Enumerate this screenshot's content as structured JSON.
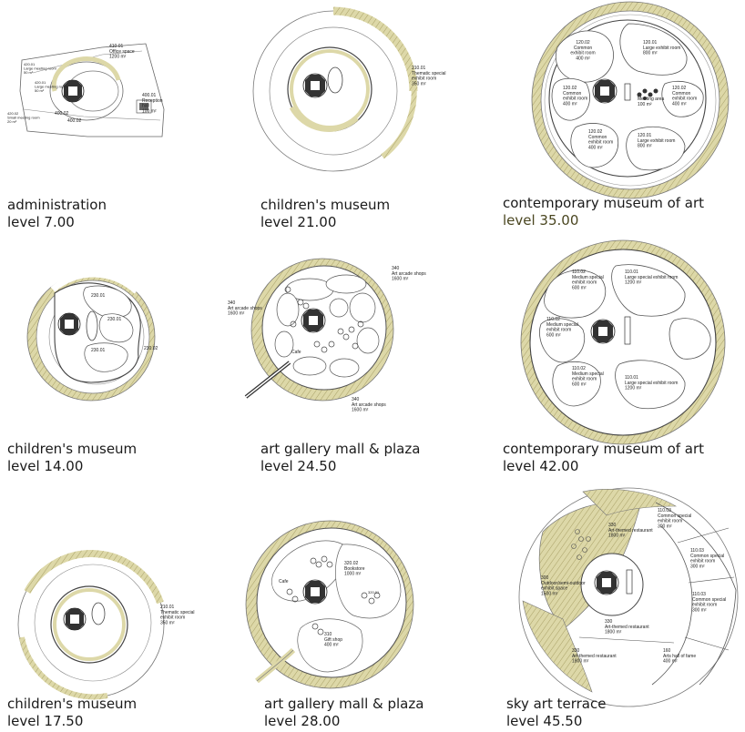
{
  "colors": {
    "tan": "#ddd8a8",
    "hatch": "#b9b27a",
    "line": "#555555",
    "caption": "#1a1a1a",
    "olive_caption": "#4a4620"
  },
  "panels": [
    {
      "id": "p1",
      "name": "administration",
      "level": "level 7.00",
      "labels": [
        [
          "410.01",
          "Office space",
          "1200 m²"
        ],
        [
          "420.01",
          "Large meeting room",
          "50 m²"
        ],
        [
          "420.01",
          "Large meeting room",
          "50 m²"
        ],
        [
          "420.02",
          "Small meeting room",
          "20 m²"
        ],
        [
          "400.01",
          "Reception",
          "hall",
          "100 m²"
        ],
        [
          "400.02"
        ],
        [
          "400.02"
        ]
      ]
    },
    {
      "id": "p2",
      "name": "children's museum",
      "level": "level 21.00",
      "labels": [
        [
          "210.01",
          "Thematic special",
          "exhibit room",
          "350 m²"
        ]
      ]
    },
    {
      "id": "p3",
      "name": "contemporary museum of art",
      "level": "level 35.00",
      "labels": [
        [
          "120.02",
          "Common",
          "exhibit room",
          "400 m²"
        ],
        [
          "120.01",
          "Large exhibit room",
          "800 m²"
        ],
        [
          "120.02",
          "Common",
          "exhibit room",
          "400 m²"
        ],
        [
          "120.02",
          "Common",
          "exhibit room",
          "400 m²"
        ],
        [
          "Meeting area",
          "100 m²"
        ],
        [
          "120.02",
          "Common",
          "exhibit room",
          "400 m²"
        ],
        [
          "120.01",
          "Large exhibit room",
          "800 m²"
        ]
      ]
    },
    {
      "id": "p4",
      "name": "children's museum",
      "level": "level 14.00",
      "labels": [
        [
          "230.01"
        ],
        [
          "230.01"
        ],
        [
          "230.01"
        ],
        [
          "230.02"
        ]
      ]
    },
    {
      "id": "p5",
      "name": "art gallery mall & plaza",
      "level": "level 24.50",
      "labels": [
        [
          "340",
          "Art arcade shops",
          "1600 m²"
        ],
        [
          "340",
          "Art arcade shops",
          "1600 m²"
        ],
        [
          "340",
          "Art arcade shops",
          "1600 m²"
        ],
        [
          "Cafe"
        ]
      ]
    },
    {
      "id": "p6",
      "name": "contemporary museum of art",
      "level": "level 42.00",
      "labels": [
        [
          "110.02",
          "Medium special",
          "exhibit room",
          "600 m²"
        ],
        [
          "110.01",
          "Large special exhibit room",
          "1200 m²"
        ],
        [
          "110.02",
          "Medium special",
          "exhibit room",
          "600 m²"
        ],
        [
          "110.02",
          "Medium special",
          "exhibit room",
          "600 m²"
        ],
        [
          "110.01",
          "Large special exhibit room",
          "1200 m²"
        ]
      ]
    },
    {
      "id": "p7",
      "name": "children's museum",
      "level": "level 17.50",
      "labels": [
        [
          "210.01",
          "Thematic special",
          "exhibit room",
          "350 m²"
        ]
      ]
    },
    {
      "id": "p8",
      "name": "art gallery mall & plaza",
      "level": "level 28.00",
      "labels": [
        [
          "Cafe"
        ],
        [
          "320.02",
          "Bookstore",
          "1000 m²"
        ],
        [
          "320.01"
        ],
        [
          "310",
          "Gift shop",
          "400 m²"
        ]
      ]
    },
    {
      "id": "p9",
      "name": "sky art terrace",
      "level": "level 45.50",
      "labels": [
        [
          "110.03",
          "Common special",
          "exhibit room",
          "300 m²"
        ],
        [
          "110.03",
          "Common special",
          "exhibit room",
          "300 m²"
        ],
        [
          "330",
          "Art-themed restaurant",
          "1800 m²"
        ],
        [
          "300",
          "Outdoor/semi-outdoor",
          "exhibit space",
          "1500 m²"
        ],
        [
          "110.03",
          "Common special",
          "exhibit room",
          "300 m²"
        ],
        [
          "330",
          "Art-themed restaurant",
          "1800 m²"
        ],
        [
          "330",
          "Art-themed restaurant",
          "1800 m²"
        ],
        [
          "160",
          "Arts hall of fame",
          "400 m²"
        ]
      ]
    }
  ]
}
